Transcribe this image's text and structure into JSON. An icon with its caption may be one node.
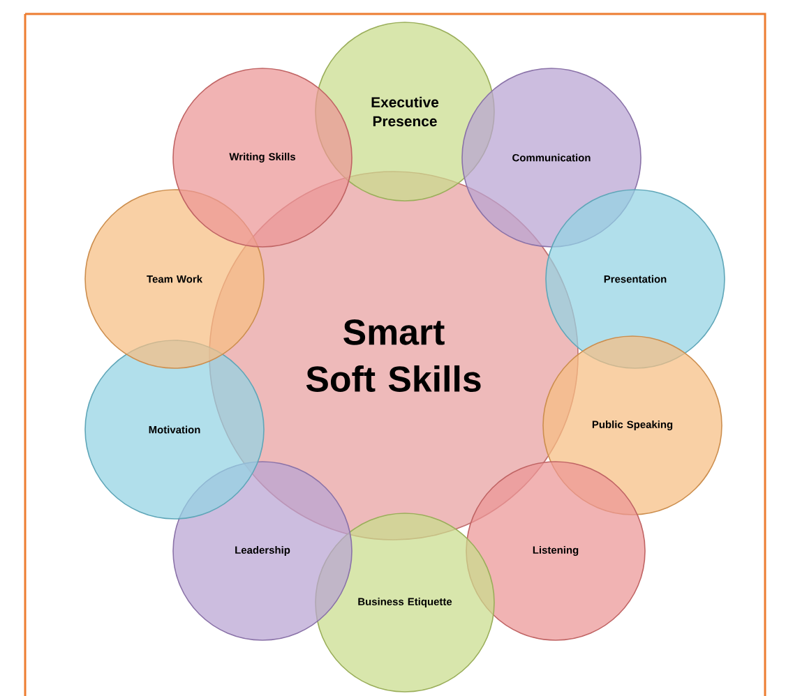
{
  "diagram": {
    "nodes": [
      {
        "text": [
          "Smart Soft Skills"
        ]
      },
      {
        "text": [
          "Executive Presence"
        ]
      },
      {
        "text": [
          "Communication"
        ]
      },
      {
        "text": [
          "Presentation"
        ]
      },
      {
        "text": [
          "Public Speaking"
        ]
      },
      {
        "text": [
          "Listening"
        ]
      },
      {
        "text": [
          "Business Etiquette"
        ]
      },
      {
        "text": [
          "Leadership"
        ]
      },
      {
        "text": [
          "Motivation"
        ]
      },
      {
        "text": [
          "Team Work"
        ]
      },
      {
        "text": [
          "Writing Skills"
        ]
      }
    ]
  }
}
